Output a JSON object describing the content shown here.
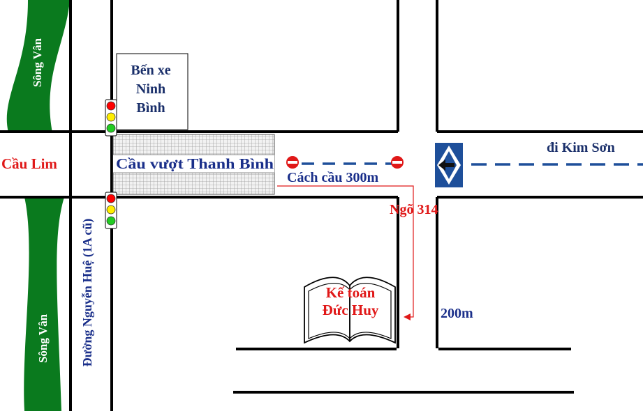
{
  "map": {
    "labels": {
      "river_top": "Sông Vân",
      "river_bottom": "Sông Vân",
      "bus_station_line1": "Bến xe",
      "bus_station_line2": "Ninh",
      "bus_station_line3": "Bình",
      "cau_lim": "Cầu Lim",
      "overpass": "Cầu vượt Thanh Bình",
      "distance_from_bridge": "Cách cầu 300m",
      "alley": "Ngõ 314",
      "street_vertical": "Đường Nguyễn Huệ (1A cũ)",
      "direction_kim_son": "đi Kim Sơn",
      "destination_line1": "Kế toán",
      "destination_line2": "Đức Huy",
      "distance_200m": "200m"
    },
    "icons": {
      "traffic_light": "traffic-light-icon",
      "no_entry": "no-entry-sign-icon",
      "road_sign": "diamond-direction-sign-icon",
      "book": "open-book-icon"
    },
    "colors": {
      "river": "#0a7a1e",
      "road_line": "#000000",
      "blue_text": "#1a2f8a",
      "red_text": "#e01818",
      "sign_blue": "#1e4f9a",
      "no_entry_red": "#e01818",
      "overpass_fill": "#d6d6d6"
    }
  }
}
